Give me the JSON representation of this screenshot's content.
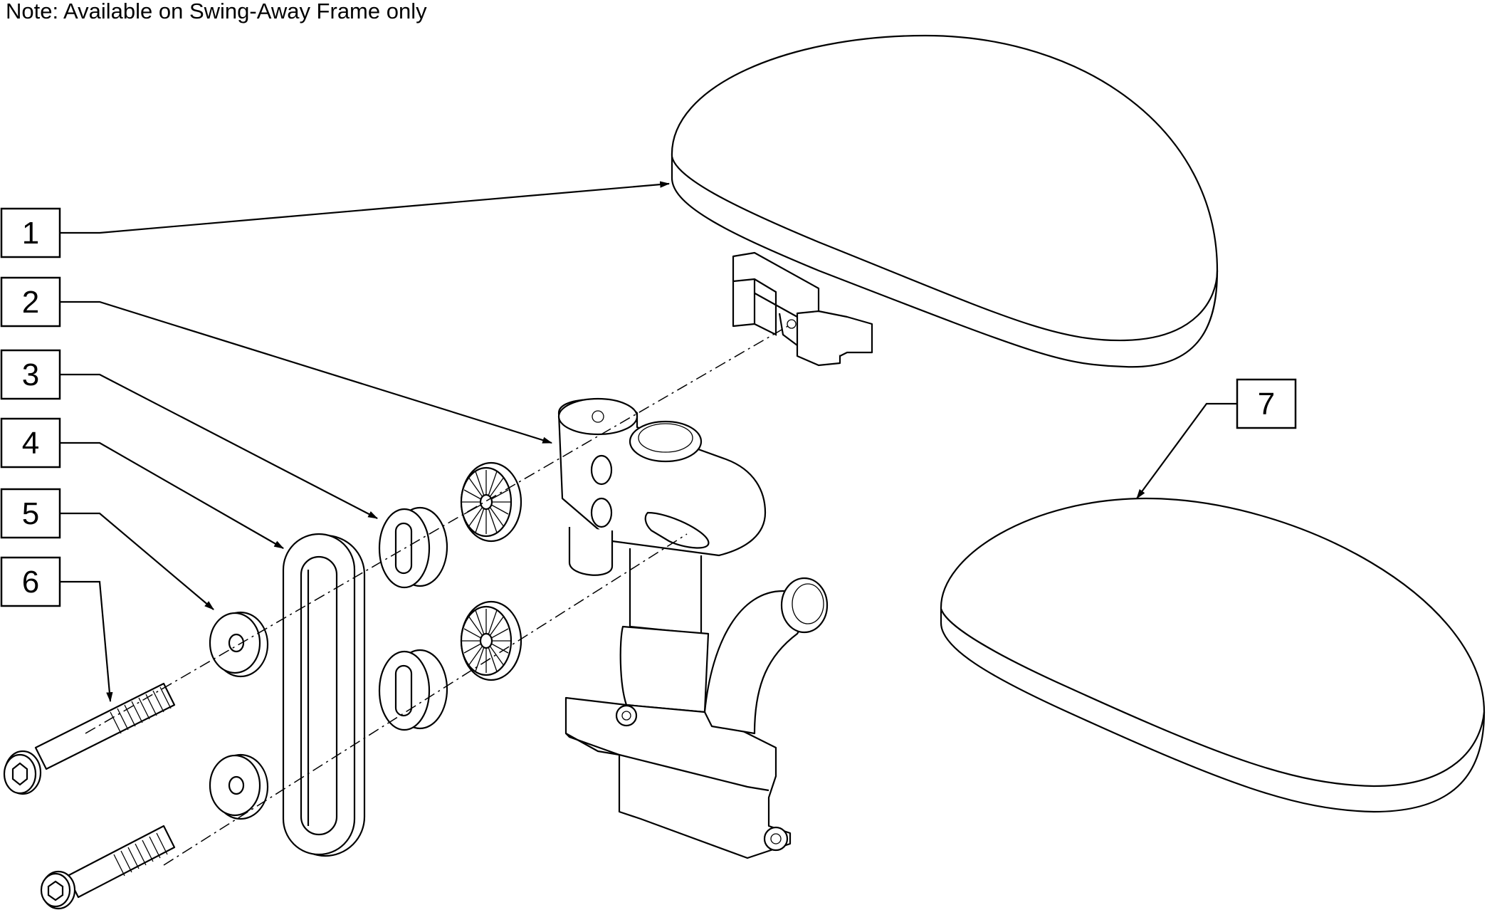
{
  "note": "Note: Available on Swing-Away Frame only",
  "callouts": [
    {
      "id": "1"
    },
    {
      "id": "2"
    },
    {
      "id": "3"
    },
    {
      "id": "4"
    },
    {
      "id": "5"
    },
    {
      "id": "6"
    },
    {
      "id": "7"
    }
  ]
}
